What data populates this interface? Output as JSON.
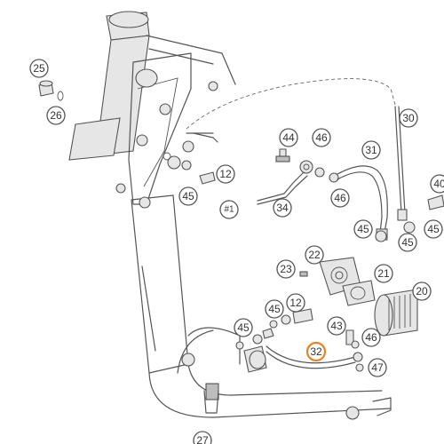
{
  "callouts": [
    {
      "id": "c25",
      "label": "25"
    },
    {
      "id": "c26",
      "label": "26"
    },
    {
      "id": "c44",
      "label": "44"
    },
    {
      "id": "c46a",
      "label": "46"
    },
    {
      "id": "c31",
      "label": "31"
    },
    {
      "id": "c30",
      "label": "30"
    },
    {
      "id": "c40",
      "label": "40"
    },
    {
      "id": "c12a",
      "label": "12"
    },
    {
      "id": "c45a",
      "label": "45"
    },
    {
      "id": "c1",
      "label": "#1"
    },
    {
      "id": "c34",
      "label": "34"
    },
    {
      "id": "c46b",
      "label": "46"
    },
    {
      "id": "c45b",
      "label": "45"
    },
    {
      "id": "c45c",
      "label": "45"
    },
    {
      "id": "c45d",
      "label": "45"
    },
    {
      "id": "c22",
      "label": "22"
    },
    {
      "id": "c23",
      "label": "23"
    },
    {
      "id": "c21",
      "label": "21"
    },
    {
      "id": "c20",
      "label": "20"
    },
    {
      "id": "c12b",
      "label": "12"
    },
    {
      "id": "c45e",
      "label": "45"
    },
    {
      "id": "c45f",
      "label": "45"
    },
    {
      "id": "c43",
      "label": "43"
    },
    {
      "id": "c46c",
      "label": "46"
    },
    {
      "id": "c32",
      "label": "32"
    },
    {
      "id": "c47",
      "label": "47"
    },
    {
      "id": "c27",
      "label": "27"
    }
  ],
  "highlight": {
    "callout_id": "c32",
    "color": "#e8821e"
  },
  "colors": {
    "line": "#555555",
    "part_fill": "#e6e6e6",
    "highlight": "#e8821e"
  }
}
